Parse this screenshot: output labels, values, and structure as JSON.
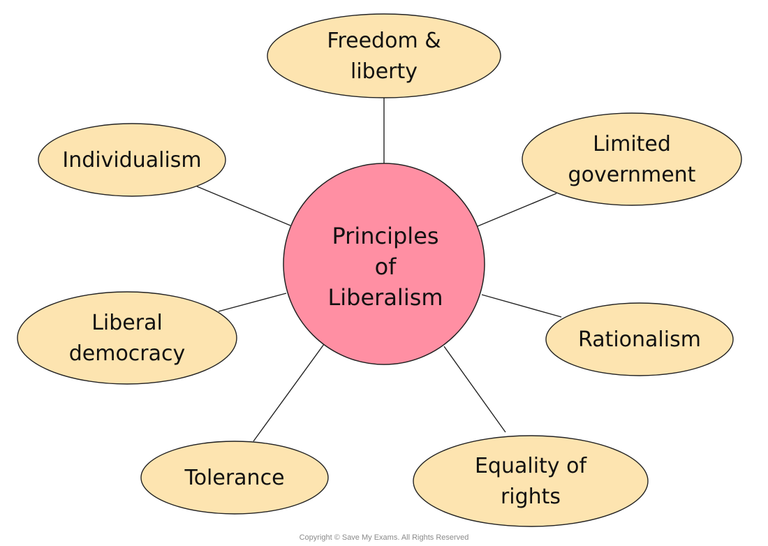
{
  "diagram": {
    "center": {
      "lines": [
        "Principles",
        "of",
        "Liberalism"
      ]
    },
    "nodes": [
      {
        "id": "freedom-liberty",
        "lines": [
          "Freedom &",
          "liberty"
        ]
      },
      {
        "id": "limited-government",
        "lines": [
          "Limited",
          "government"
        ]
      },
      {
        "id": "rationalism",
        "lines": [
          "Rationalism"
        ]
      },
      {
        "id": "equality-of-rights",
        "lines": [
          "Equality of",
          "rights"
        ]
      },
      {
        "id": "tolerance",
        "lines": [
          "Tolerance"
        ]
      },
      {
        "id": "liberal-democracy",
        "lines": [
          "Liberal",
          "democracy"
        ]
      },
      {
        "id": "individualism",
        "lines": [
          "Individualism"
        ]
      }
    ]
  },
  "colors": {
    "center_fill": "#ff8fa3",
    "node_fill": "#fde4b0",
    "stroke": "#222222"
  },
  "copyright": "Copyright © Save My Exams. All Rights Reserved"
}
